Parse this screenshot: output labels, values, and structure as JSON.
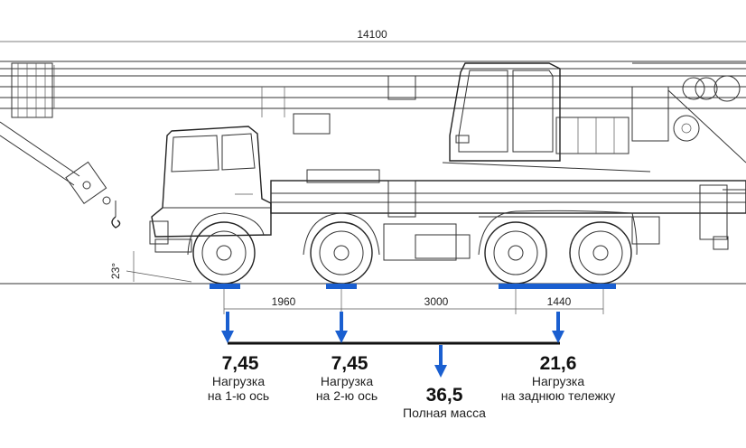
{
  "dimensions": {
    "overall_length": "14100",
    "axle_1_to_2": "1960",
    "axle_2_to_bogie": "3000",
    "bogie_base": "1440",
    "approach_angle": "23°"
  },
  "loads": [
    {
      "value": "7,45",
      "line1": "Нагрузка",
      "line2": "на 1-ю ось"
    },
    {
      "value": "7,45",
      "line1": "Нагрузка",
      "line2": "на 2-ю ось"
    },
    {
      "value": "21,6",
      "line1": "Нагрузка",
      "line2": "на заднюю тележку"
    }
  ],
  "total": {
    "value": "36,5",
    "label": "Полная масса"
  },
  "colors": {
    "accent": "#1a5fd0",
    "line": "#333333"
  }
}
